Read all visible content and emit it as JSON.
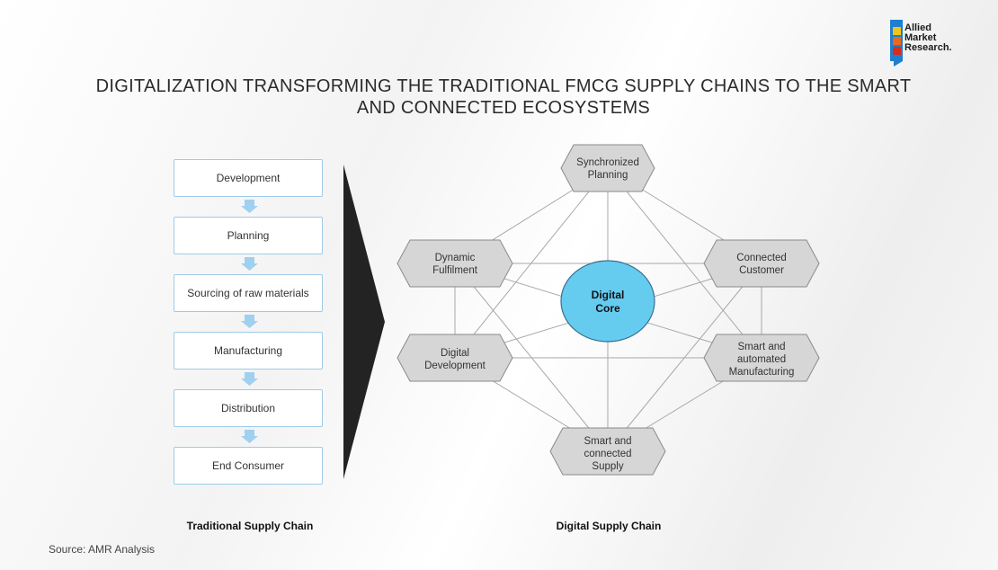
{
  "logo": {
    "line1": "Allied",
    "line2": "Market",
    "line3": "Research."
  },
  "title": {
    "line1": "DIGITALIZATION TRANSFORMING THE TRADITIONAL FMCG SUPPLY CHAINS TO THE SMART",
    "line2": "AND CONNECTED ECOSYSTEMS"
  },
  "traditional": {
    "caption": "Traditional Supply Chain",
    "steps": [
      "Development",
      "Planning",
      "Sourcing of raw materials",
      "Manufacturing",
      "Distribution",
      "End Consumer"
    ]
  },
  "digital": {
    "caption": "Digital Supply Chain",
    "core": {
      "line1": "Digital",
      "line2": "Core"
    },
    "nodes": {
      "synchronized_planning": [
        "Synchronized",
        "Planning"
      ],
      "connected_customer": [
        "Connected",
        "Customer"
      ],
      "smart_manufacturing": [
        "Smart and",
        "automated",
        "Manufacturing"
      ],
      "smart_supply": [
        "Smart and",
        "connected",
        "Supply"
      ],
      "digital_development": [
        "Digital",
        "Development"
      ],
      "dynamic_fulfilment": [
        "Dynamic",
        "Fulfilment"
      ]
    }
  },
  "source": "Source: AMR Analysis",
  "colors": {
    "box_border": "#9ecbe8",
    "arrow": "#9fd0f0",
    "core_fill": "#65ccf0",
    "hex_fill": "#d6d6d6",
    "chevron": "#232323"
  }
}
